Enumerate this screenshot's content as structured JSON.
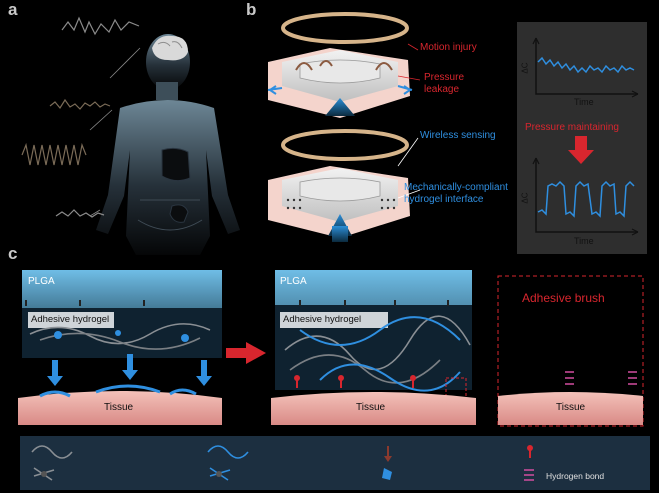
{
  "panels": {
    "a": "a",
    "b": "b",
    "c": "c"
  },
  "panel_b": {
    "motion_injury": "Motion injury",
    "pressure_leakage": "Pressure\nleakage",
    "wireless_sensing": "Wireless sensing",
    "hydrogel_interface": "Mechanically-compliant\nhydrogel interface",
    "pressure_maintaining": "Pressure maintaining",
    "graph_top_xlabel": "Time",
    "graph_bottom_xlabel": "Time",
    "graph_ylabel": "ΔC"
  },
  "panel_c": {
    "plga_1": "PLGA",
    "plga_2": "PLGA",
    "adhesive_hydrogel_1": "Adhesive hydrogel",
    "adhesive_hydrogel_2": "Adhesive hydrogel",
    "adhesive_brush": "Adhesive brush",
    "tissue_1": "Tissue",
    "tissue_2": "Tissue",
    "tissue_3": "Tissue"
  },
  "legend": {
    "hydrogen_bond": "Hydrogen bond"
  },
  "colors": {
    "red": "#d8262e",
    "blue": "#2f8fe0",
    "plga": "#5aa9d6",
    "tissue": "#e8a8a4",
    "legend_bg": "#1c2f40"
  }
}
